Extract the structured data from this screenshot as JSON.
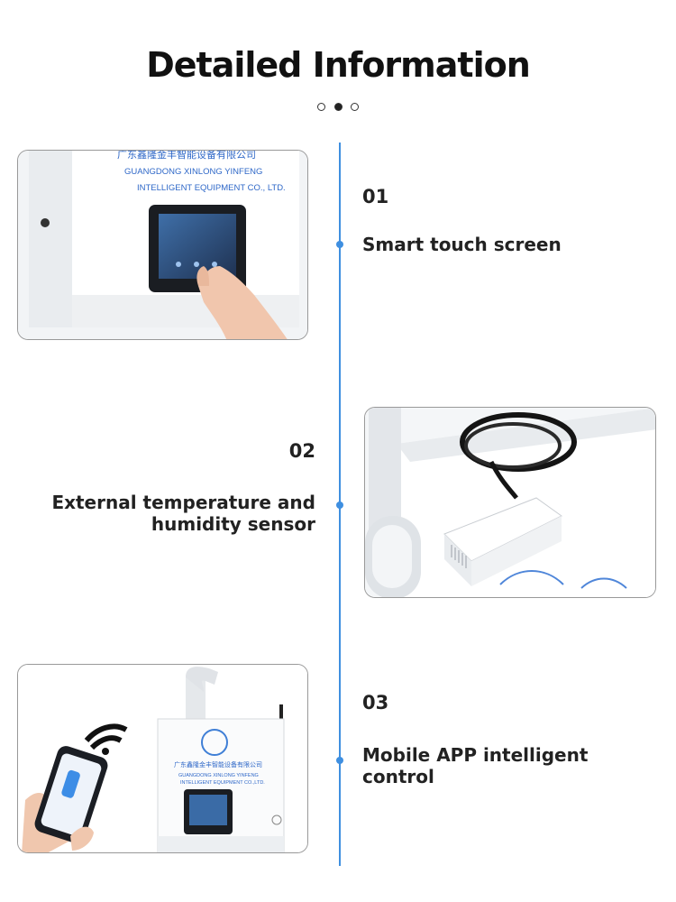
{
  "header": {
    "title": "Detailed Information",
    "dots": [
      false,
      true,
      false
    ]
  },
  "items": [
    {
      "number": "01",
      "label": "Smart touch screen"
    },
    {
      "number": "02",
      "label_line1": "External temperature and",
      "label_line2": "humidity sensor"
    },
    {
      "number": "03",
      "label_line1": "Mobile APP intelligent",
      "label_line2": "control"
    }
  ],
  "device_text": {
    "company_cn": "广东鑫隆金丰智能设备有限公司",
    "company_en_1": "GUANGDONG XINLONG YINFENG",
    "company_en_2": "INTELLIGENT EQUIPMENT CO., LTD.",
    "company_cn_small": "广东鑫隆金丰智能设备有限公司",
    "company_en_small_1": "GUANGDONG XINLONG YINFENG",
    "company_en_small_2": "INTELLIGENT EQUIPMENT CO.,LTD."
  },
  "colors": {
    "accent": "#3f8fe0"
  }
}
